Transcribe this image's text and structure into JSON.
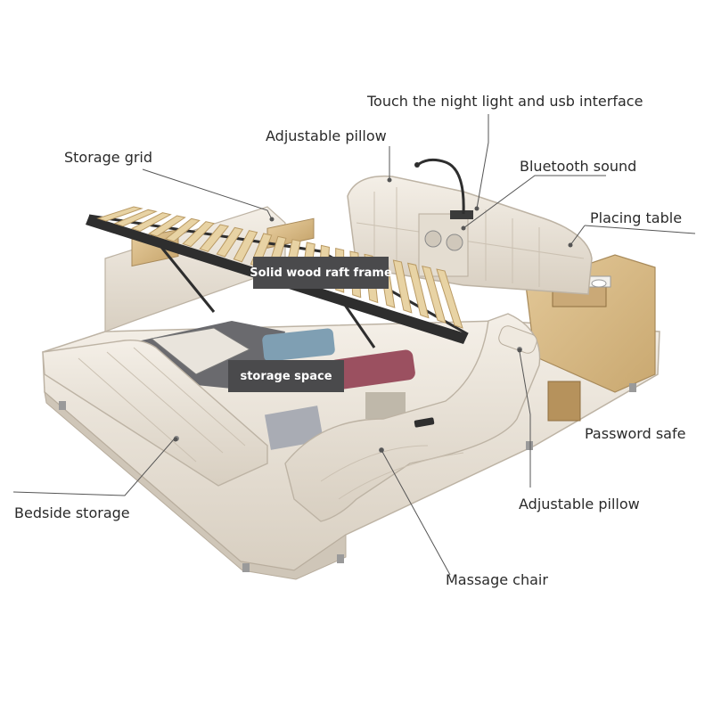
{
  "callouts": {
    "night_light": "Touch the night light and usb interface",
    "adjustable_pillow_top": "Adjustable pillow",
    "storage_grid": "Storage grid",
    "bluetooth_sound": "Bluetooth sound",
    "placing_table": "Placing table",
    "password_safe": "Password safe",
    "bedside_storage": "Bedside storage",
    "adjustable_pillow_bottom": "Adjustable pillow",
    "massage_chair": "Massage chair"
  },
  "tags": {
    "raft_frame": "Solid wood raft frame",
    "storage_space": "storage space"
  },
  "colors": {
    "leather": "#ece6dc",
    "leather_shade": "#cfc6b8",
    "wood": "#d9bc8c",
    "slat": "#e8d3a4",
    "frame_dark": "#2e2e2e",
    "line": "#555555",
    "tag_bg": "#4a4a4c"
  }
}
